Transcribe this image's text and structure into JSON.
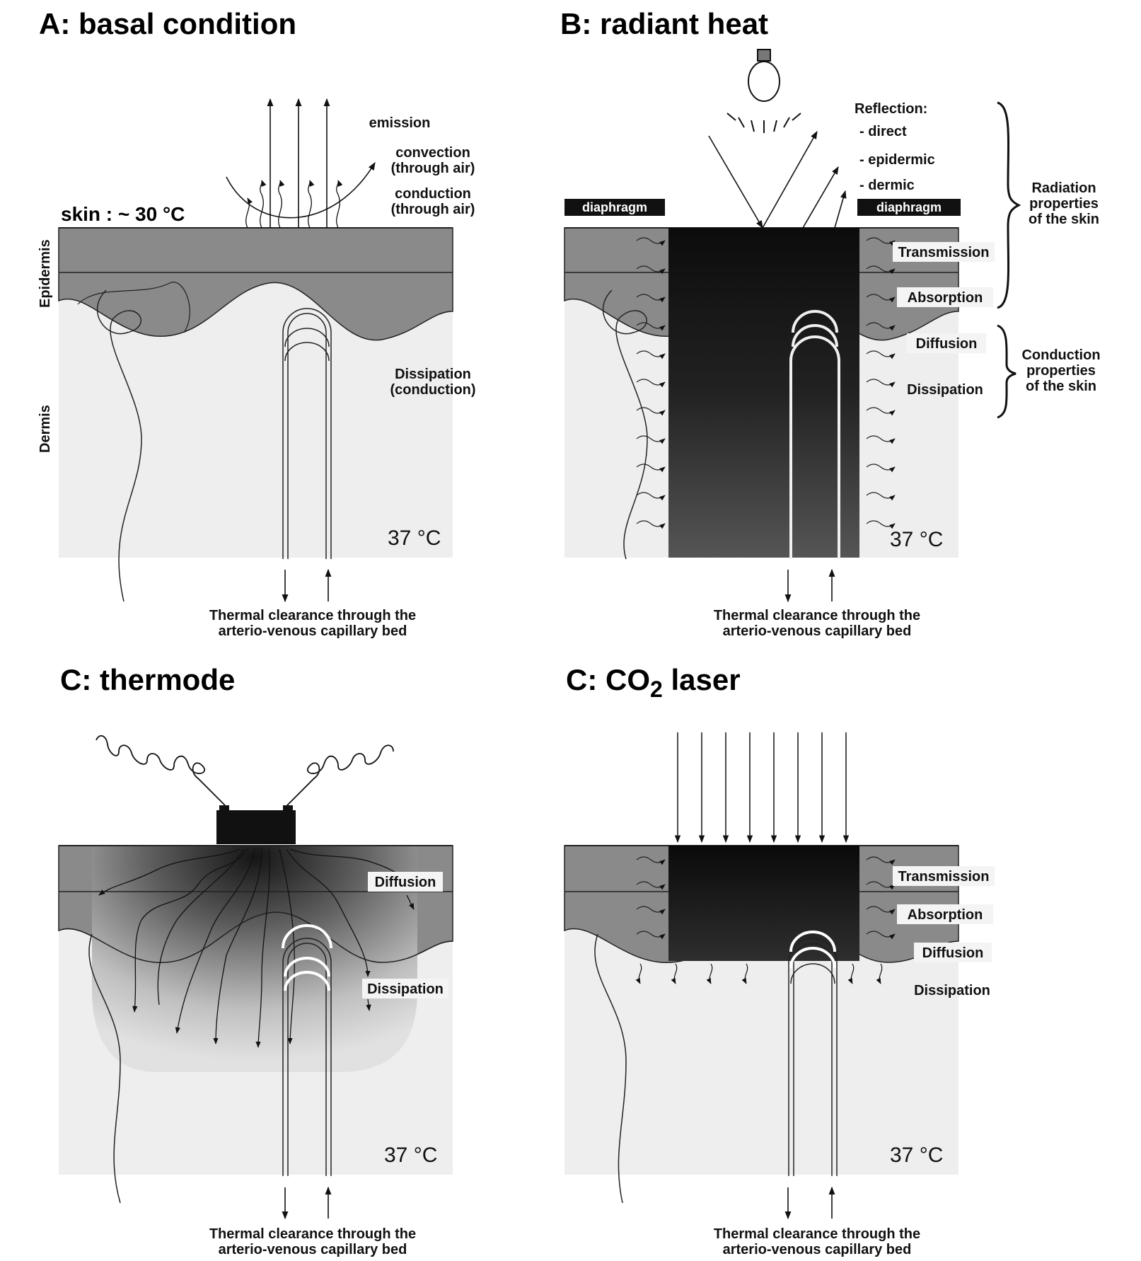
{
  "panels": {
    "A": {
      "title": "A: basal condition",
      "skin_label": "skin : ~ 30 °C",
      "epidermis": "Epidermis",
      "dermis": "Dermis",
      "emission": "emission",
      "convection_1": "convection",
      "convection_2": "(through air)",
      "conduction_1": "conduction",
      "conduction_2": "(through air)",
      "dissipation_1": "Dissipation",
      "dissipation_2": "(conduction)",
      "temp": "37 °C",
      "clearance_1": "Thermal clearance through the",
      "clearance_2": "arterio-venous capillary bed"
    },
    "B": {
      "title": "B: radiant heat",
      "diaphragm_left": "diaphragm",
      "diaphragm_right": "diaphragm",
      "reflection": "Reflection:",
      "direct": "- direct",
      "epidermic": "- epidermic",
      "dermic": "- dermic",
      "transmission": "Transmission",
      "absorption": "Absorption",
      "diffusion": "Diffusion",
      "dissipation": "Dissipation",
      "radiation_1": "Radiation",
      "radiation_2": "properties",
      "radiation_3": "of the skin",
      "conduction_1": "Conduction",
      "conduction_2": "properties",
      "conduction_3": "of the skin",
      "temp": "37 °C",
      "clearance_1": "Thermal clearance through the",
      "clearance_2": "arterio-venous capillary bed"
    },
    "C": {
      "title": "C: thermode",
      "diffusion": "Diffusion",
      "dissipation": "Dissipation",
      "temp": "37 °C",
      "clearance_1": "Thermal clearance through the",
      "clearance_2": "arterio-venous capillary bed"
    },
    "D": {
      "title_prefix": "C: CO",
      "title_sub": "2",
      "title_suffix": " laser",
      "transmission": "Transmission",
      "absorption": "Absorption",
      "diffusion": "Diffusion",
      "dissipation": "Dissipation",
      "temp": "37 °C",
      "clearance_1": "Thermal clearance through the",
      "clearance_2": "arterio-venous capillary bed"
    }
  },
  "colors": {
    "epidermis": "#8a8a8a",
    "dermis": "#eeeeee",
    "heat_dark": "#1a1a1a",
    "label_box": "#f4f4f4"
  }
}
